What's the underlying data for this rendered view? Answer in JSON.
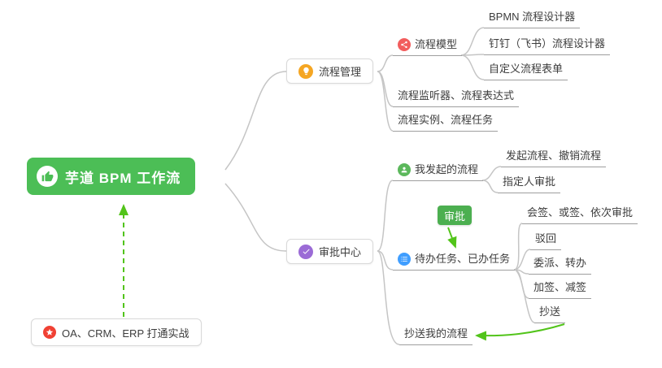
{
  "root": {
    "label": "芋道 BPM 工作流"
  },
  "branches": {
    "process_management": {
      "label": "流程管理"
    },
    "approval_center": {
      "label": "审批中心"
    }
  },
  "leaves": {
    "process_model": {
      "label": "流程模型"
    },
    "bpmn_designer": {
      "label": "BPMN 流程设计器"
    },
    "dingtalk_designer": {
      "label": "钉钉（飞书）流程设计器"
    },
    "custom_form": {
      "label": "自定义流程表单"
    },
    "listener_expression": {
      "label": "流程监听器、流程表达式"
    },
    "instance_task": {
      "label": "流程实例、流程任务"
    },
    "my_initiated": {
      "label": "我发起的流程"
    },
    "initiate_cancel": {
      "label": "发起流程、撤销流程"
    },
    "assignee_approval": {
      "label": "指定人审批"
    },
    "todo_done": {
      "label": "待办任务、已办任务"
    },
    "countersign": {
      "label": "会签、或签、依次审批"
    },
    "reject": {
      "label": "驳回"
    },
    "delegate_transfer": {
      "label": "委派、转办"
    },
    "add_remove_sign": {
      "label": "加签、减签"
    },
    "cc": {
      "label": "抄送"
    },
    "cc_my_process": {
      "label": "抄送我的流程"
    }
  },
  "badge": {
    "label": "审批"
  },
  "practice": {
    "label": "OA、CRM、ERP 打通实战"
  },
  "colors": {
    "root_bg": "#4cbe56",
    "badge_bg": "#4caf50",
    "arrow_green": "#52c41a",
    "connector_gray": "#c5c5c5",
    "underline_gray": "#9e9e9e",
    "icon_orange": "#f5a623",
    "icon_red_pink": "#f25d5d",
    "icon_green": "#5cb85c",
    "icon_blue": "#409eff",
    "icon_purple": "#9b6bd6",
    "icon_red": "#f04134"
  },
  "icons": {
    "root": "thumbs-up-icon",
    "process_management": "lightbulb-icon",
    "process_model": "share-icon",
    "my_initiated": "person-icon",
    "todo_done": "list-icon",
    "approval_center": "check-icon",
    "practice": "star-icon"
  }
}
